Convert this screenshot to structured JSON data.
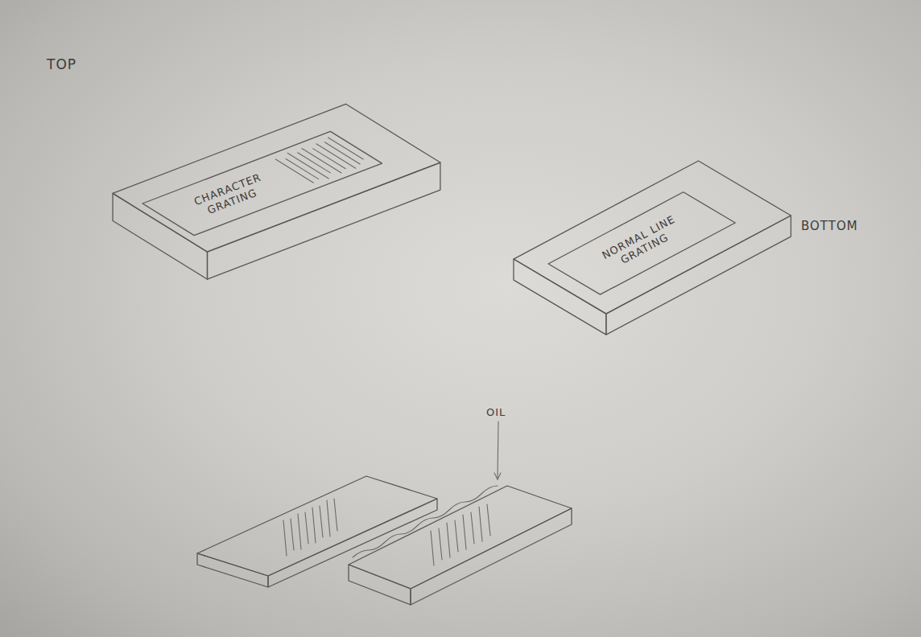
{
  "diagram": {
    "nodes": [
      {
        "text": [
          "CHARACTER GRATING"
        ]
      },
      {
        "text": [
          "NORMAL LINE GRATING"
        ]
      }
    ],
    "labels": [
      "TOP",
      "BOTTOM",
      "OIL"
    ]
  }
}
